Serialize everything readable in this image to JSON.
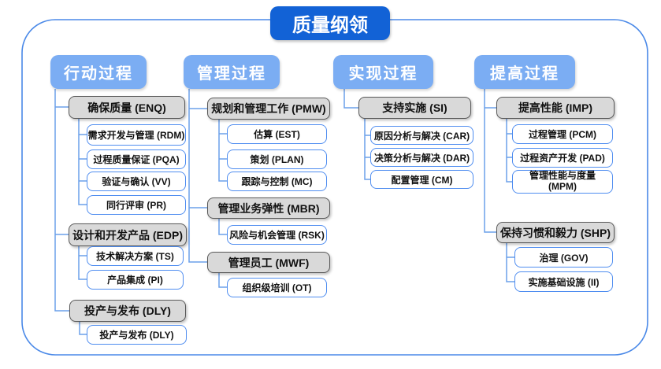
{
  "title": "质量纲领",
  "colors": {
    "title_bg": "#1262d6",
    "header_bg": "#7badf3",
    "connector_line": "#6ca0ea",
    "outer_border": "#4a89e8",
    "group_fill": "#d9d9d9",
    "group_border": "#595959",
    "leaf_border": "#4f8df0"
  },
  "columns": [
    {
      "header": "行动过程",
      "groups": [
        {
          "label": "确保质量 (ENQ)",
          "children": [
            "需求开发与管理 (RDM)",
            "过程质量保证 (PQA)",
            "验证与确认 (VV)",
            "同行评审 (PR)"
          ]
        },
        {
          "label": "设计和开发产品 (EDP)",
          "children": [
            "技术解决方案 (TS)",
            "产品集成 (PI)"
          ]
        },
        {
          "label": "投产与发布 (DLY)",
          "children": [
            "投产与发布 (DLY)"
          ]
        }
      ]
    },
    {
      "header": "管理过程",
      "groups": [
        {
          "label": "规划和管理工作 (PMW)",
          "children": [
            "估算 (EST)",
            "策划 (PLAN)",
            "跟踪与控制 (MC)"
          ]
        },
        {
          "label": "管理业务弹性 (MBR)",
          "children": [
            "风险与机会管理 (RSK)"
          ]
        },
        {
          "label": "管理员工 (MWF)",
          "children": [
            "组织级培训 (OT)"
          ]
        }
      ]
    },
    {
      "header": "实现过程",
      "groups": [
        {
          "label": "支持实施 (SI)",
          "children": [
            "原因分析与解决 (CAR)",
            "决策分析与解决 (DAR)",
            "配置管理 (CM)"
          ]
        }
      ]
    },
    {
      "header": "提高过程",
      "groups": [
        {
          "label": "提高性能 (IMP)",
          "children": [
            "过程管理 (PCM)",
            "过程资产开发 (PAD)",
            "管理性能与度量 (MPM)"
          ]
        },
        {
          "label": "保持习惯和毅力 (SHP)",
          "children": [
            "治理 (GOV)",
            "实施基础设施 (II)"
          ]
        }
      ]
    }
  ]
}
